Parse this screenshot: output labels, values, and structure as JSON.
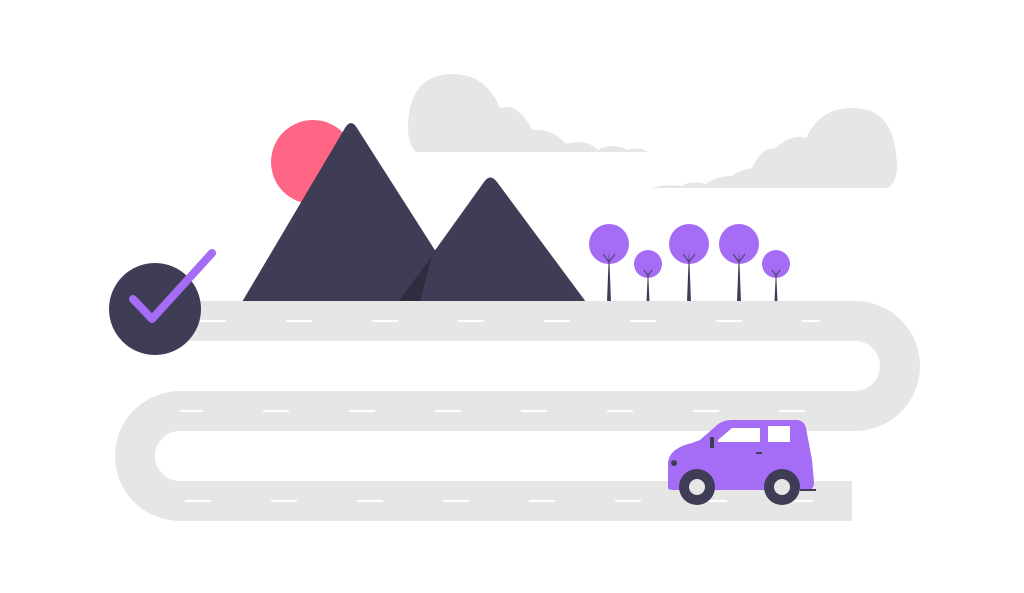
{
  "illustration": {
    "elements": [
      "sun",
      "mountain-large",
      "mountain-small",
      "cloud-left",
      "cloud-right",
      "tree",
      "winding-road",
      "checkmark-badge",
      "car"
    ],
    "tree_count": 5
  },
  "colors": {
    "background": "#ffffff",
    "road": "#e6e6e6",
    "lane_marking": "#ffffff",
    "cloud": "#e6e6e6",
    "sun": "#ff6584",
    "mountain": "#3f3d56",
    "mountain_shadow": "#2f2e41",
    "tree": "#a56cf5",
    "trunk": "#3f3d56",
    "car": "#a56cf5",
    "car_window": "#ffffff",
    "wheel": "#3f3d56",
    "wheel_hub": "#e6e6e6",
    "badge": "#3f3d56",
    "check": "#a56cf5"
  }
}
